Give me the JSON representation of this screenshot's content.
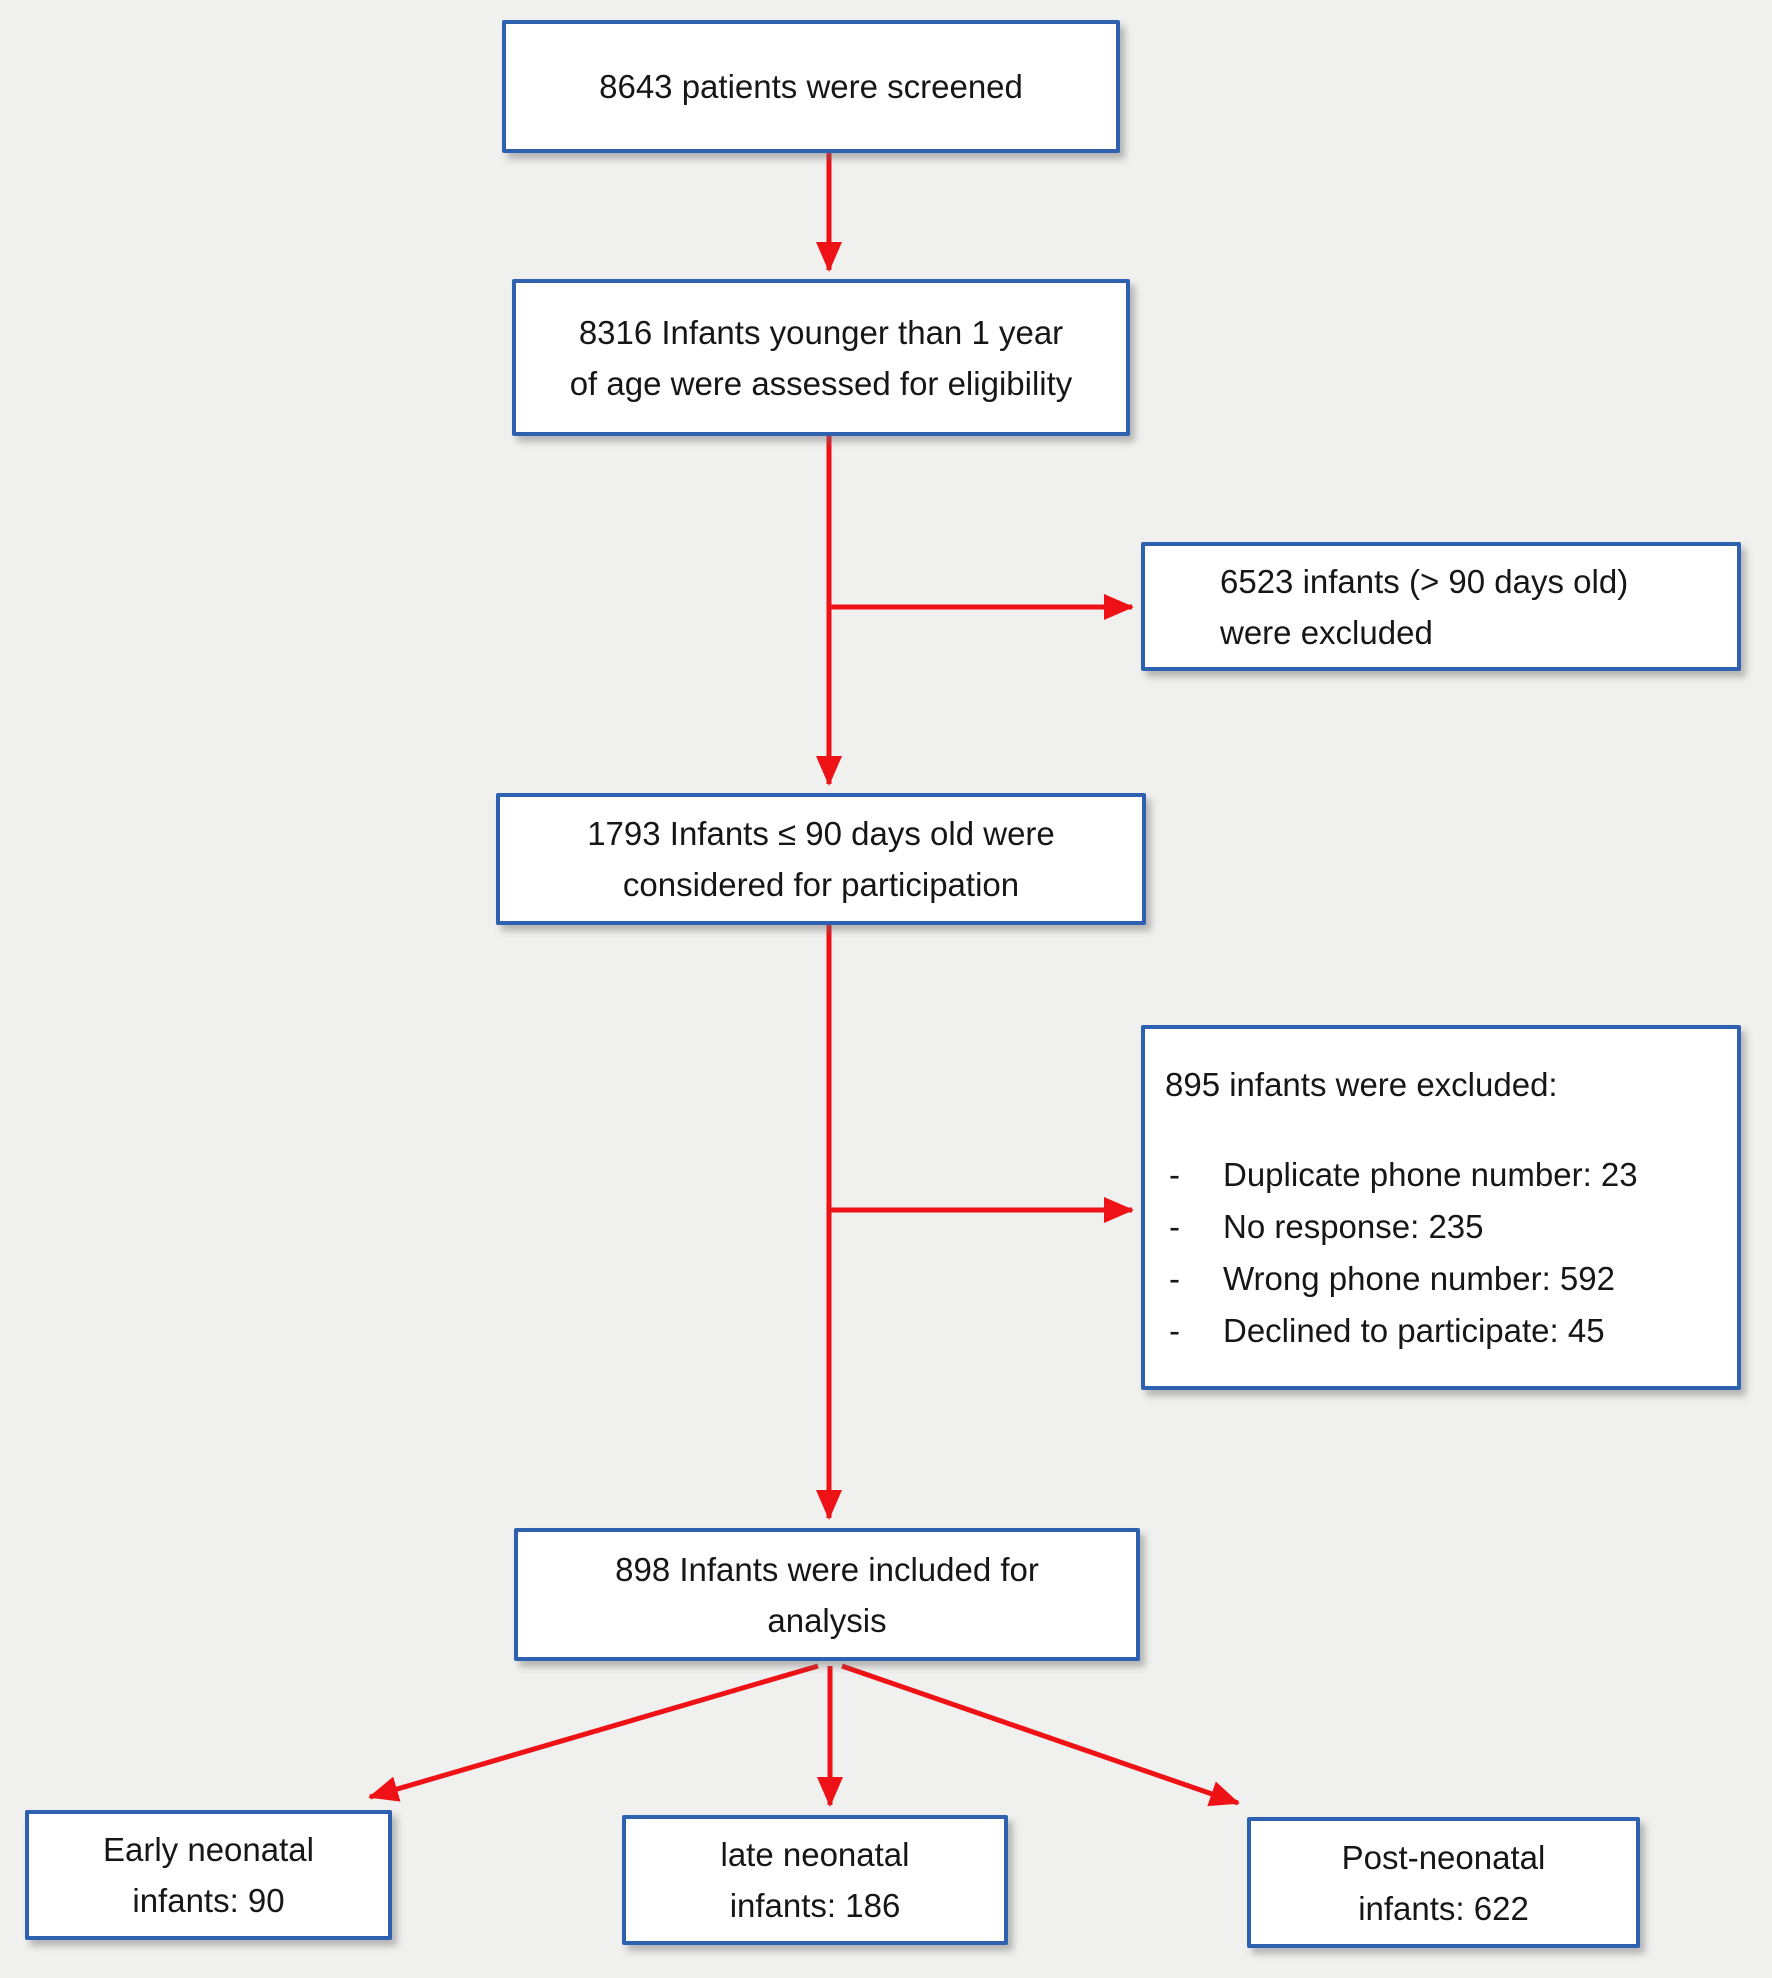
{
  "canvas": {
    "bg": "#f0f0ef",
    "box_border": "#2e62b1",
    "box_fill": "#ffffff",
    "arrow": "#ee1116",
    "text": "#161616"
  },
  "flow": {
    "screened": {
      "text": "8643 patients were screened"
    },
    "assessed": {
      "line1": "8316 Infants younger than 1 year",
      "line2": "of age were assessed for eligibility"
    },
    "excluded_age": {
      "line1": "6523 infants (> 90 days old)",
      "line2": "were excluded"
    },
    "considered": {
      "line1": "1793 Infants ≤ 90 days old were",
      "line2": "considered for participation"
    },
    "excluded_contact": {
      "title": "895 infants were excluded:",
      "bullet": "-",
      "items": [
        "Duplicate phone number: 23",
        "No response: 235",
        "Wrong phone number: 592",
        "Declined to participate: 45"
      ]
    },
    "included": {
      "line1": "898 Infants were included for",
      "line2": "analysis"
    },
    "outcomes": [
      {
        "line1": "Early neonatal",
        "line2": "infants: 90"
      },
      {
        "line1": "late neonatal",
        "line2": "infants: 186"
      },
      {
        "line1": "Post-neonatal",
        "line2": "infants: 622"
      }
    ]
  }
}
